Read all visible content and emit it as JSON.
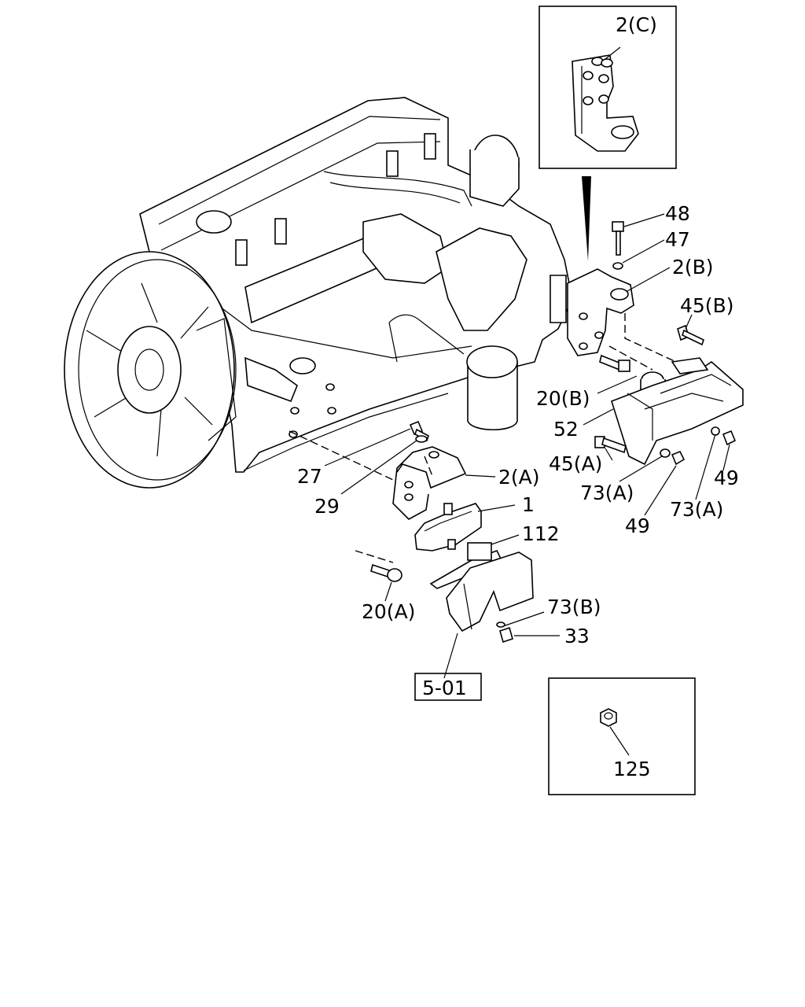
{
  "labels": {
    "l2c": "2(C)",
    "l48": "48",
    "l47": "47",
    "l2b": "2(B)",
    "l45b": "45(B)",
    "l20b": "20(B)",
    "l52": "52",
    "l45a": "45(A)",
    "l73a1": "73(A)",
    "l49a": "49",
    "l49b": "49",
    "l73a2": "73(A)",
    "l27": "27",
    "l29": "29",
    "l2a": "2(A)",
    "l1": "1",
    "l112": "112",
    "l20a": "20(A)",
    "l73b": "73(B)",
    "l33": "33",
    "ref": "5-01",
    "l125": "125"
  }
}
